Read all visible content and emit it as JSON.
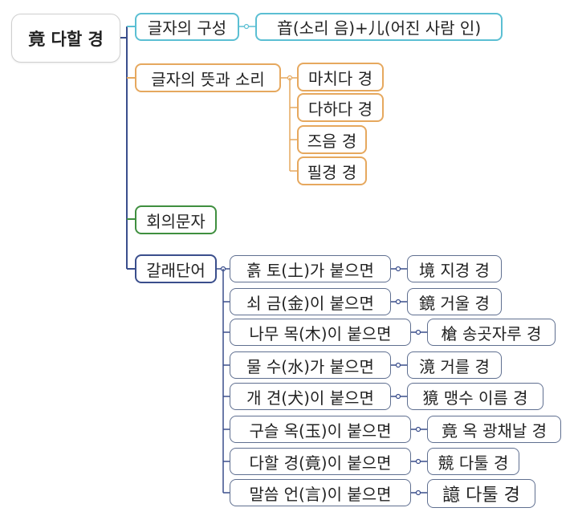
{
  "root": "竟 다할 경",
  "branch1": {
    "label": "글자의 구성",
    "child": "音(소리 음)+儿(어진 사람 인)"
  },
  "branch2": {
    "label": "글자의 뜻과 소리",
    "children": [
      "마치다 경",
      "다하다 경",
      "즈음 경",
      "필경 경"
    ]
  },
  "branch3": {
    "label": "회의문자"
  },
  "branch4": {
    "label": "갈래단어",
    "rows": [
      {
        "cond": "흙 토(土)가 붙으면",
        "result": "境 지경 경"
      },
      {
        "cond": "쇠 금(金)이 붙으면",
        "result": "鏡 거울 경"
      },
      {
        "cond": "나무 목(木)이 붙으면",
        "result": "槍 송곳자루 경"
      },
      {
        "cond": "물 수(水)가 붙으면",
        "result": "滰 거를 경"
      },
      {
        "cond": "개 견(犬)이 붙으면",
        "result": "獍 맹수 이름 경"
      },
      {
        "cond": "구슬 옥(玉)이 붙으면",
        "result": "竟 옥 광채날 경"
      },
      {
        "cond": "다할 경(竟)이 붙으면",
        "result": "競 다툴 경"
      },
      {
        "cond": "말씀 언(言)이 붙으면",
        "result": "譩 다툴 경"
      }
    ]
  },
  "colors": {
    "cyan": "#5bbfd3",
    "orange": "#e6a85e",
    "green": "#3f8f3f",
    "navy": "#3a4e8c",
    "gray": "#5f6f90"
  }
}
